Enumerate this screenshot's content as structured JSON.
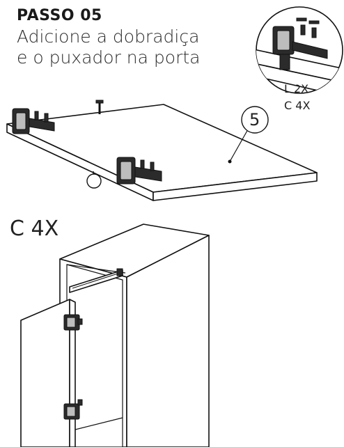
{
  "step": {
    "title": "PASSO 05",
    "description_lines": [
      "Adicione a dobradiça",
      "e o puxador na porta"
    ]
  },
  "detail": {
    "hinge_label": "L 2X",
    "screw_label": "C 4X"
  },
  "part_number": "5",
  "lower_label": "C 4X"
}
